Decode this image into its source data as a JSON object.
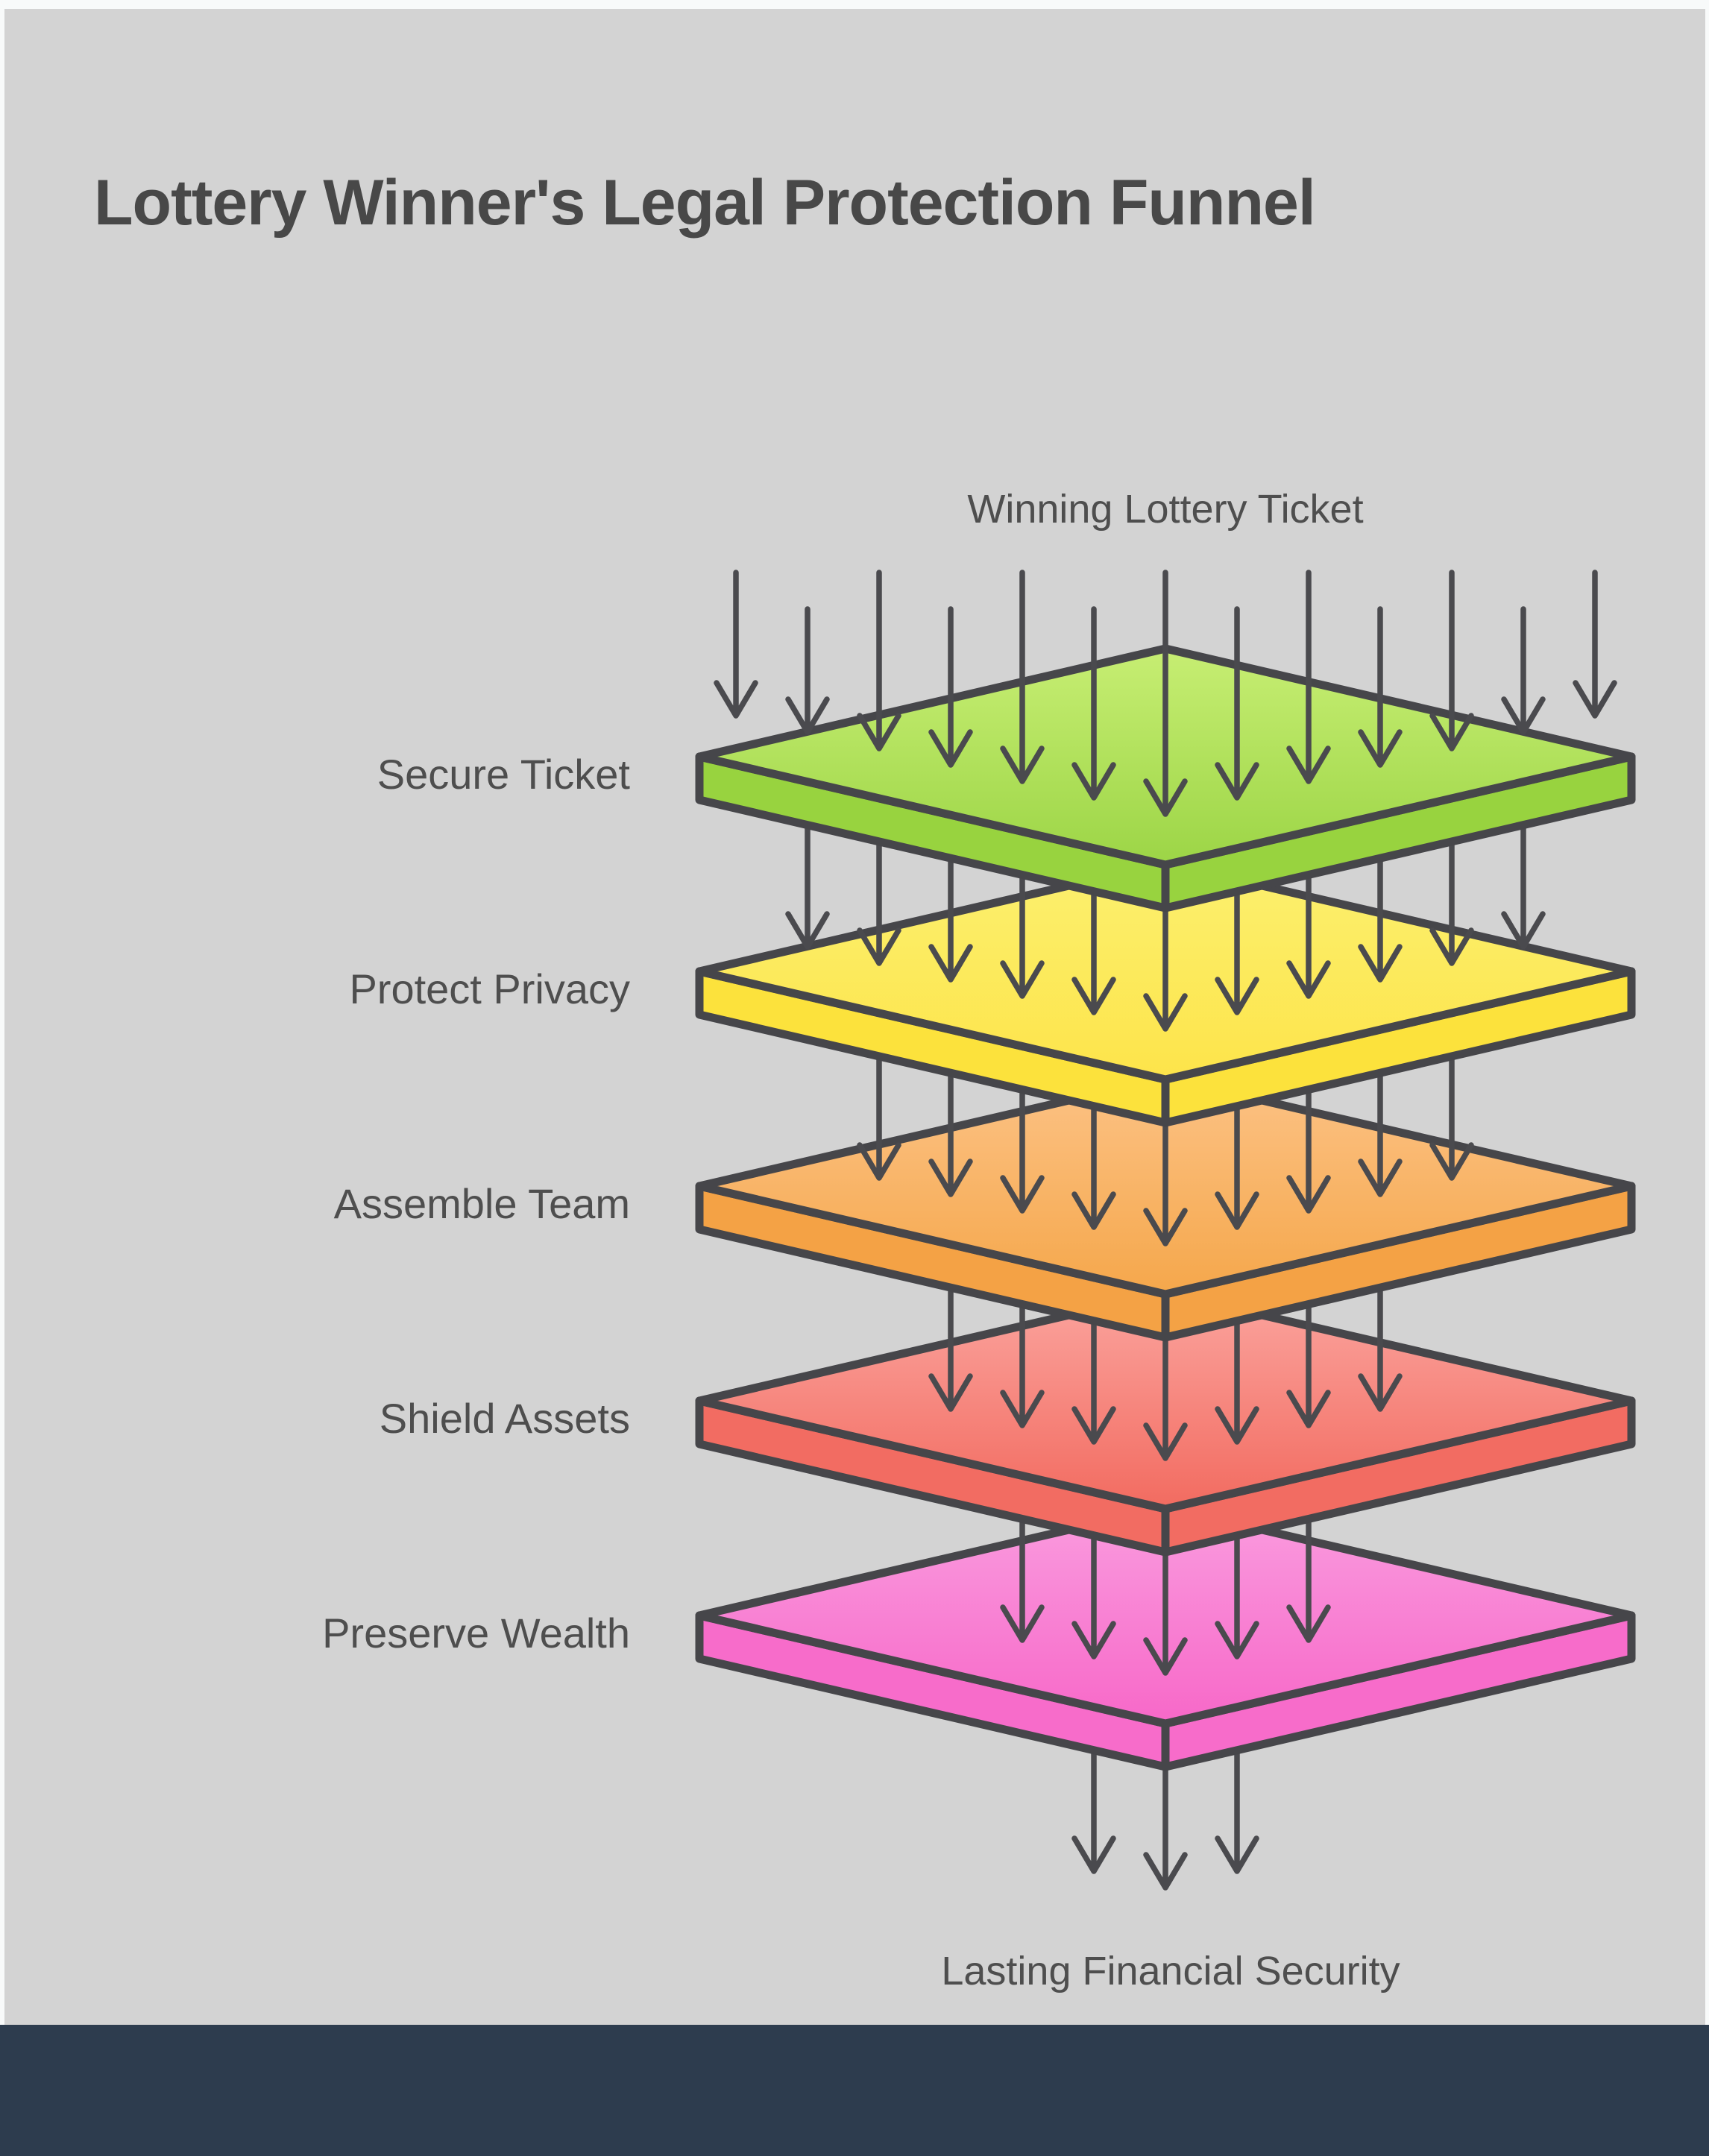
{
  "title": "Lottery Winner's Legal Protection Funnel",
  "funnel": {
    "input_label": "Winning Lottery Ticket",
    "output_label": "Lasting Financial Security",
    "stages": [
      {
        "label": "Secure Ticket",
        "arrows_in": 13,
        "face_top": "#c7ee73",
        "face_bottom": "#9cd546",
        "side": "#98d33f"
      },
      {
        "label": "Protect Privacy",
        "arrows_in": 11,
        "face_top": "#fcf06f",
        "face_bottom": "#fde44a",
        "side": "#fce23c"
      },
      {
        "label": "Assemble Team",
        "arrows_in": 9,
        "face_top": "#fcc285",
        "face_bottom": "#f5a74b",
        "side": "#f4a245"
      },
      {
        "label": "Shield Assets",
        "arrows_in": 7,
        "face_top": "#fba49e",
        "face_bottom": "#f26b60",
        "side": "#f26c62"
      },
      {
        "label": "Preserve Wealth",
        "arrows_in": 5,
        "face_top": "#fa9cdf",
        "face_bottom": "#f768c8",
        "side": "#f76cca"
      }
    ],
    "arrows_out": 3
  },
  "colors": {
    "background": "#d3d3d3",
    "frame": "#f8fafa",
    "footer": "#2d3c4e",
    "outline": "#46464a",
    "arrow": "#4a4a4e",
    "title_text": "#484848",
    "label_text": "#4e4e4e"
  }
}
